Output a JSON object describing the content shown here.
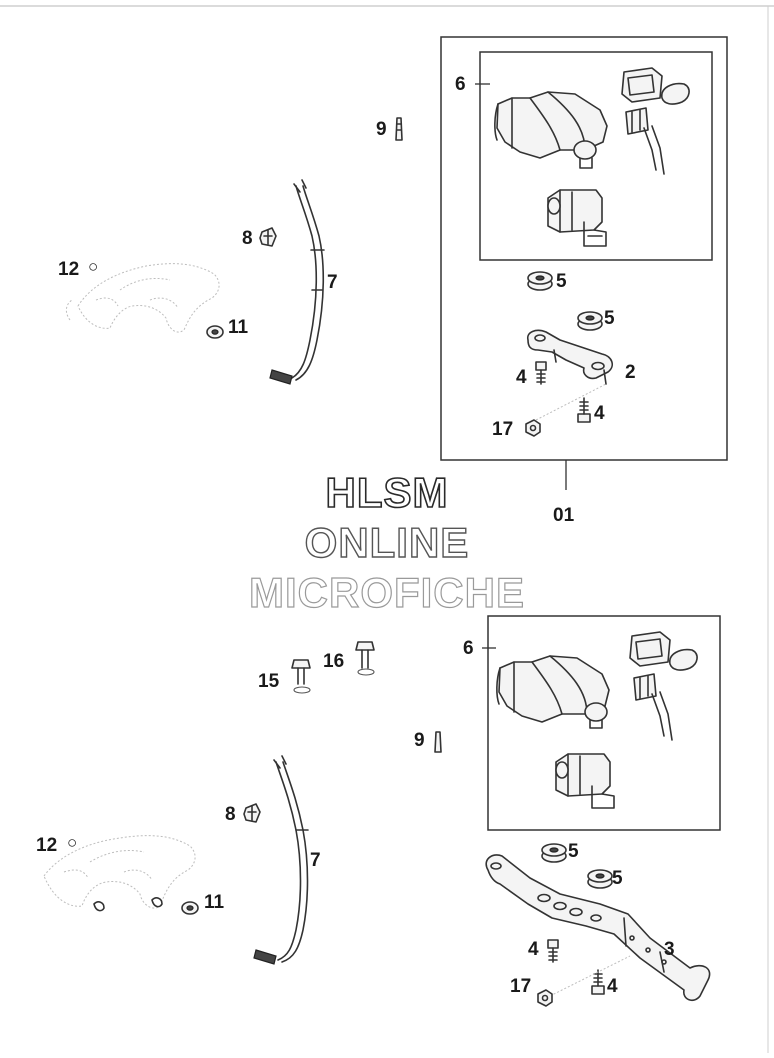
{
  "callouts": {
    "top": {
      "c6": "6",
      "c9": "9",
      "c8": "8",
      "c7": "7",
      "c12": "12",
      "c11": "11",
      "c5a": "5",
      "c5b": "5",
      "c4a": "4",
      "c2": "2",
      "c17": "17",
      "c4b": "4",
      "c01": "01"
    },
    "bottom": {
      "c6": "6",
      "c16": "16",
      "c15": "15",
      "c9": "9",
      "c8": "8",
      "c12": "12",
      "c7": "7",
      "c11": "11",
      "c5a": "5",
      "c5b": "5",
      "c4a": "4",
      "c3": "3",
      "c17": "17",
      "c4b": "4"
    }
  },
  "watermark": {
    "line1": "HLSM",
    "line2": "ONLINE",
    "line3": "MICROFICHE"
  }
}
